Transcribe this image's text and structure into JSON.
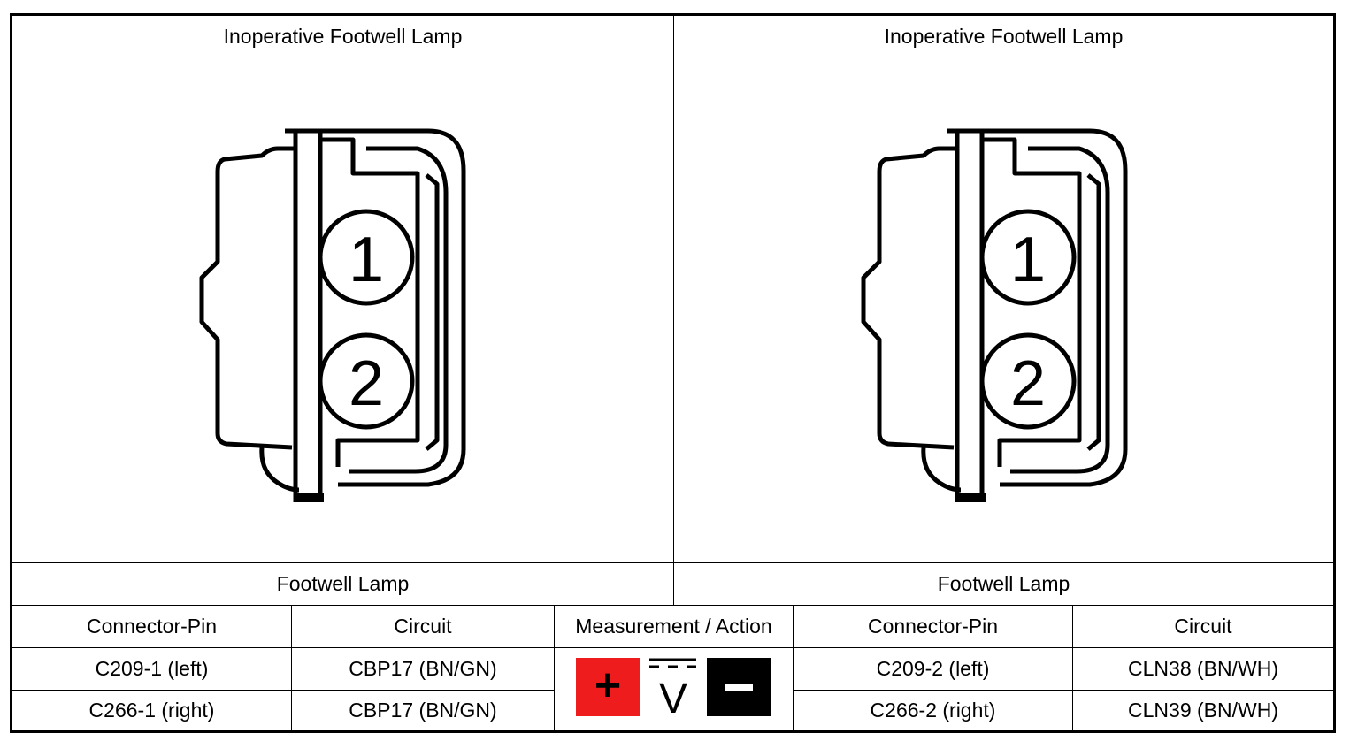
{
  "left_panel": {
    "title": "Inoperative Footwell Lamp",
    "component": "Footwell Lamp",
    "pins": [
      "1",
      "2"
    ]
  },
  "right_panel": {
    "title": "Inoperative Footwell Lamp",
    "component": "Footwell Lamp",
    "pins": [
      "1",
      "2"
    ]
  },
  "table": {
    "headers": [
      "Connector-Pin",
      "Circuit",
      "Measurement / Action",
      "Connector-Pin",
      "Circuit"
    ],
    "rows": [
      {
        "pin_a": "C209-1 (left)",
        "circuit_a": "CBP17 (BN/GN)",
        "pin_b": "C209-2 (left)",
        "circuit_b": "CLN38 (BN/WH)"
      },
      {
        "pin_a": "C266-1 (right)",
        "circuit_a": "CBP17 (BN/GN)",
        "pin_b": "C266-2 (right)",
        "circuit_b": "CLN39 (BN/WH)"
      }
    ],
    "measurement": {
      "positive_symbol": "+",
      "meter_symbol": "V",
      "negative_symbol": "−",
      "positive_color": "#ee1c1c",
      "negative_color": "#000000"
    }
  }
}
